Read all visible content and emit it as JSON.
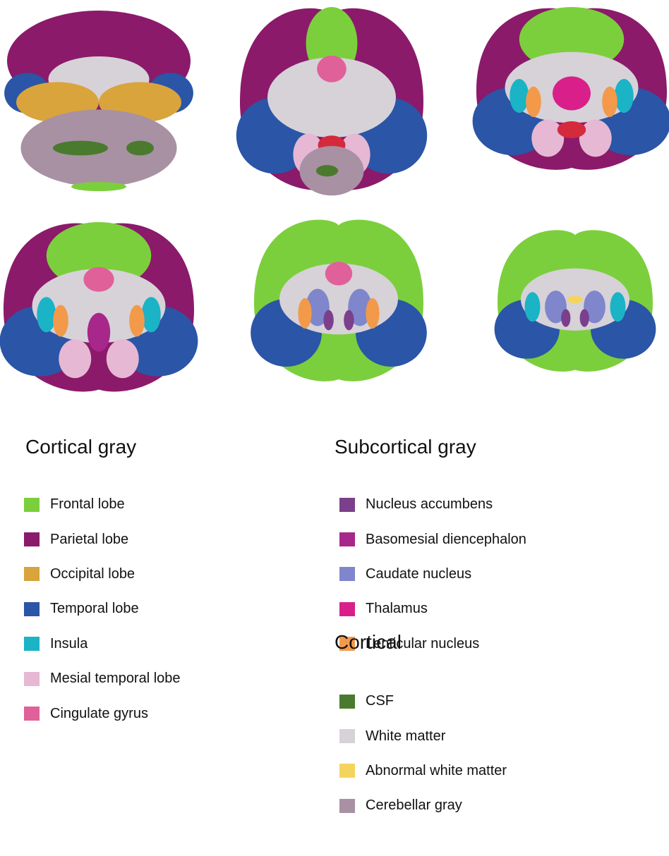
{
  "sections": [
    {
      "id": "cortical-gray",
      "title": "Cortical gray",
      "items": [
        {
          "label": "Frontal lobe",
          "color": "#7ccf3c"
        },
        {
          "label": "Parietal lobe",
          "color": "#8b1a6b"
        },
        {
          "label": "Occipital lobe",
          "color": "#d9a43b"
        },
        {
          "label": "Temporal lobe",
          "color": "#2b55a6"
        },
        {
          "label": "Insula",
          "color": "#1bb3c6"
        },
        {
          "label": "Mesial temporal lobe",
          "color": "#e6b8d3"
        },
        {
          "label": "Cingulate gyrus",
          "color": "#e0609a"
        }
      ]
    },
    {
      "id": "subcortical-gray",
      "title": "Subcortical gray",
      "items": [
        {
          "label": "Nucleus accumbens",
          "color": "#7b3f8c"
        },
        {
          "label": "Basomesial diencephalon",
          "color": "#a8278a"
        },
        {
          "label": "Caudate nucleus",
          "color": "#7f86cc"
        },
        {
          "label": "Thalamus",
          "color": "#d9208a"
        },
        {
          "label": "Lenticular nucleus",
          "color": "#f29a4a"
        }
      ]
    },
    {
      "id": "cortical",
      "title": "Cortical",
      "items": [
        {
          "label": "CSF",
          "color": "#4a7a2e"
        },
        {
          "label": "White matter",
          "color": "#d6d2d8"
        },
        {
          "label": "Abnormal white matter",
          "color": "#f5d45e"
        },
        {
          "label": "Cerebellar gray",
          "color": "#a891a3"
        }
      ]
    }
  ],
  "slices": [
    {
      "parts": [
        "parietal",
        "temporal",
        "occipital",
        "white",
        "cerebellum",
        "csf"
      ]
    },
    {
      "parts": [
        "parietal",
        "frontal",
        "temporal",
        "white",
        "cingulate",
        "mesial",
        "red",
        "cerebellum",
        "csf"
      ]
    },
    {
      "parts": [
        "parietal",
        "frontal",
        "temporal",
        "white",
        "insula",
        "lenticular",
        "thalamus",
        "mesial",
        "red"
      ]
    },
    {
      "parts": [
        "parietal",
        "frontal",
        "temporal",
        "white",
        "insula",
        "lenticular",
        "basomesial",
        "mesial",
        "cingulate"
      ]
    },
    {
      "parts": [
        "frontal",
        "temporal",
        "white",
        "caudate",
        "lenticular",
        "accumbens",
        "cingulate"
      ]
    },
    {
      "parts": [
        "frontal",
        "temporal",
        "white",
        "caudate",
        "insula",
        "accumbens",
        "abnormal"
      ]
    }
  ],
  "colors": {
    "frontal": "#7ccf3c",
    "parietal": "#8b1a6b",
    "occipital": "#d9a43b",
    "temporal": "#2b55a6",
    "insula": "#1bb3c6",
    "mesial": "#e6b8d3",
    "cingulate": "#e0609a",
    "accumbens": "#7b3f8c",
    "basomesial": "#a8278a",
    "caudate": "#7f86cc",
    "thalamus": "#d9208a",
    "lenticular": "#f29a4a",
    "csf": "#4a7a2e",
    "white": "#d6d2d8",
    "abnormal": "#f5d45e",
    "cerebellum": "#a891a3",
    "red": "#d42a3c"
  }
}
